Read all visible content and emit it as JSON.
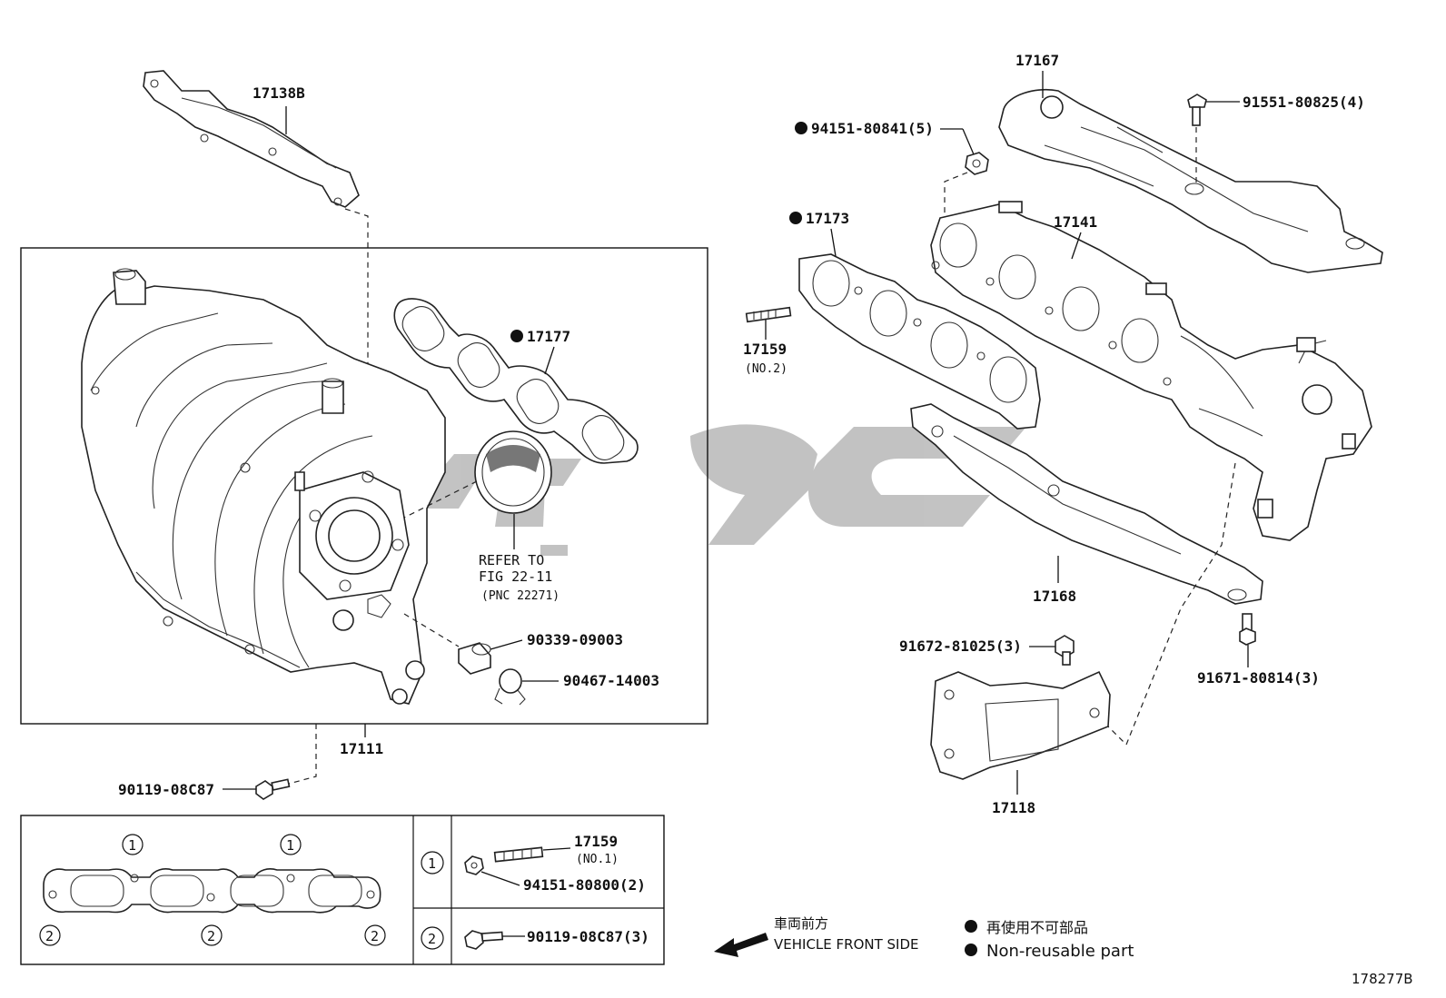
{
  "diagram_id": "178277B",
  "parts": {
    "p17138B": "17138B",
    "p17177": "17177",
    "p17111": "17111",
    "p17167": "17167",
    "p94151_80841": "94151-80841(5)",
    "p17173": "17173",
    "p17141": "17141",
    "p91551_80825": "91551-80825(4)",
    "p17159_no2": "17159",
    "p17159_no2_sub": "(NO.2)",
    "p17168": "17168",
    "p91672_81025": "91672-81025(3)",
    "p91671_80814": "91671-80814(3)",
    "p17118": "17118",
    "p90339_09003": "90339-09003",
    "p90467_14003": "90467-14003",
    "p90119_08C87": "90119-08C87"
  },
  "refer": {
    "line1": "REFER TO",
    "line2": "FIG 22-11",
    "line3": "(PNC 22271)"
  },
  "inset": {
    "circle1": "1",
    "circle2": "2",
    "row1_part": "17159",
    "row1_part_sub": "(NO.1)",
    "row1_nut": "94151-80800(2)",
    "row2_bolt": "90119-08C87(3)"
  },
  "legend": {
    "front_jp": "車両前方",
    "front_en": "VEHICLE FRONT SIDE",
    "nonreusable_jp": "再使用不可部品",
    "nonreusable_en": "Non-reusable part"
  },
  "colors": {
    "line": "#111111",
    "watermark": "#b4b4b4"
  }
}
